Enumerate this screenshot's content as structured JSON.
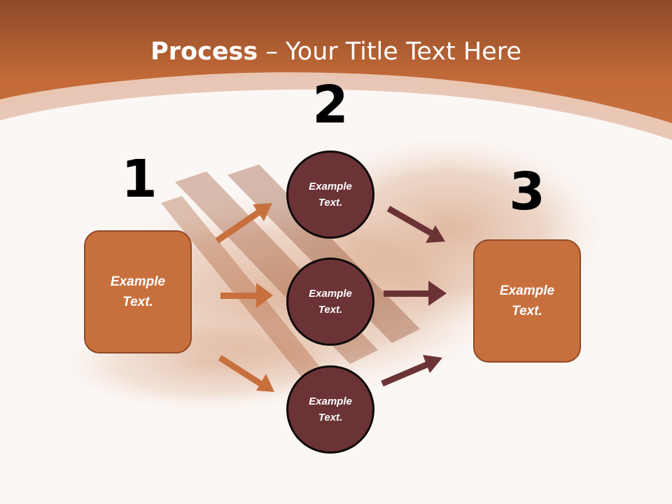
{
  "slide": {
    "title_strong": "Process",
    "title_rest": " – Your Title Text Here",
    "colors": {
      "header": "#c36a38",
      "header_dark": "#8e4a28",
      "box_fill": "#c8703d",
      "circle_fill": "#6b3336",
      "arrow_left": "#c8703d",
      "arrow_right": "#6b3336"
    },
    "steps": {
      "one": "1",
      "two": "2",
      "three": "3"
    },
    "left_box": {
      "text": "Example\nText."
    },
    "right_box": {
      "text": "Example\nText."
    },
    "circles": [
      {
        "text": "Example\nText."
      },
      {
        "text": "Example\nText."
      },
      {
        "text": "Example\nText."
      }
    ]
  }
}
